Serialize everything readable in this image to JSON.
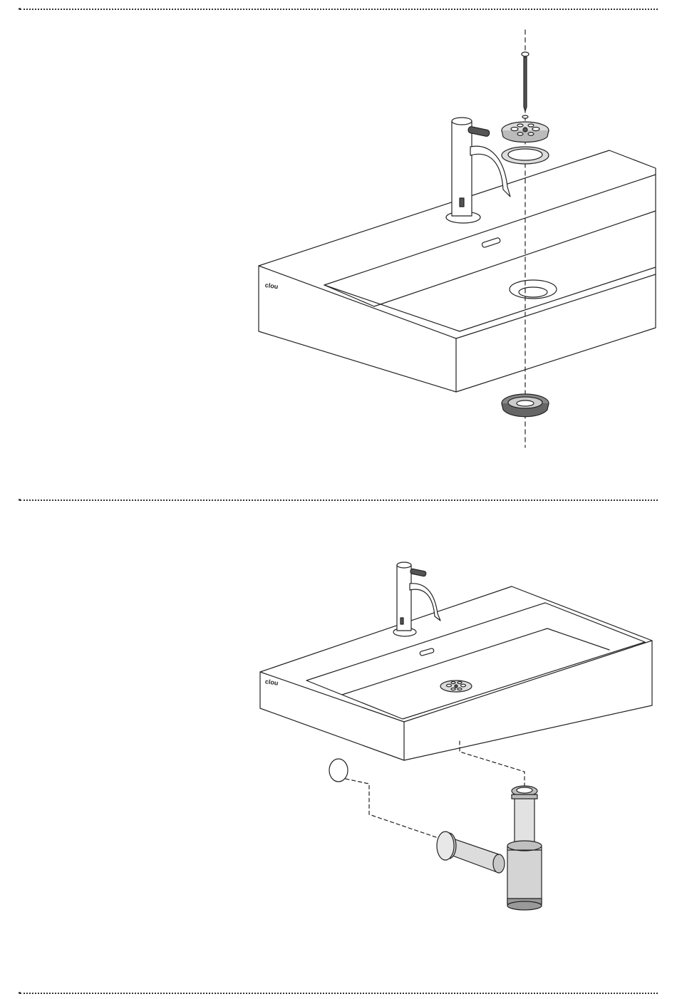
{
  "brand": {
    "logo_text": "clou"
  },
  "steps": [
    {
      "id": "step-drain-install",
      "parts": [
        "tap",
        "screw",
        "washer",
        "drain-cover",
        "sealing-ring",
        "drain-body"
      ]
    },
    {
      "id": "step-siphon-install",
      "parts": [
        "tap",
        "drain-cover",
        "wall-flange",
        "bottle-trap"
      ]
    }
  ],
  "colors": {
    "line": "#222222",
    "part_fill": "#dcdcdc",
    "dark_part": "#555555",
    "background": "#ffffff"
  },
  "icons": [
    "screw-icon",
    "drain-cover-icon",
    "sealing-ring-icon",
    "drain-body-icon",
    "tap-icon",
    "bottle-trap-icon"
  ]
}
